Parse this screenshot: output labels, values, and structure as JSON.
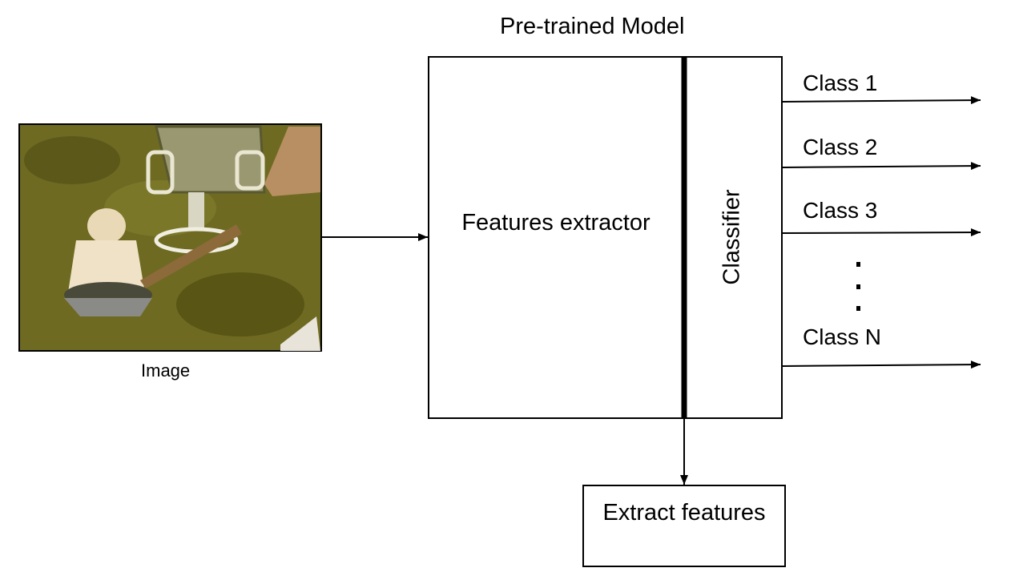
{
  "diagram": {
    "title": "Pre-trained Model",
    "image_caption": "Image",
    "features_extractor_label": "Features extractor",
    "classifier_label": "Classifier",
    "classes": [
      "Class 1",
      "Class 2",
      "Class 3",
      "Class N"
    ],
    "extract_box_label": "Extract features"
  },
  "colors": {
    "line": "#000000",
    "background": "#ffffff",
    "grass": "#6e6a22"
  }
}
